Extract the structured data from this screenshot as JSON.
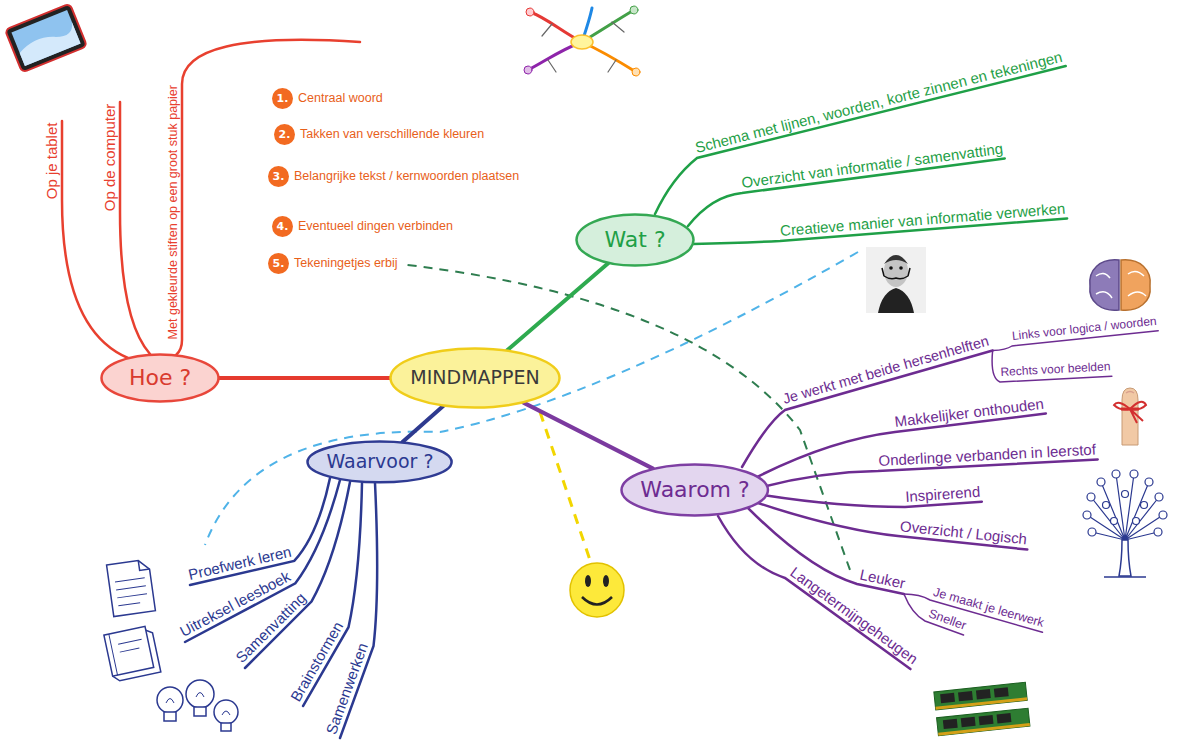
{
  "diagram": {
    "nodes": [
      {
        "text": [
          "MINDMAPPEN"
        ]
      },
      {
        "text": [
          "Wat ?"
        ]
      },
      {
        "text": [
          "Hoe ?"
        ]
      },
      {
        "text": [
          "Waarom ?"
        ]
      },
      {
        "text": [
          "Waarvoor ?"
        ]
      },
      {
        "text": [
          "1.",
          "Centraal woord"
        ]
      },
      {
        "text": [
          "2.",
          "Takken van verschillende kleuren"
        ]
      },
      {
        "text": [
          "3.",
          "Belangrijke tekst / kernwoorden plaatsen"
        ]
      },
      {
        "text": [
          "4.",
          "Eventueel dingen verbinden"
        ]
      },
      {
        "text": [
          "5.",
          "Tekeningetjes erbij"
        ]
      }
    ],
    "edges": [
      {
        "from": 0,
        "to": 1,
        "arrow": "none"
      },
      {
        "from": 0,
        "to": 2,
        "arrow": "none"
      },
      {
        "from": 0,
        "to": 3,
        "arrow": "none"
      },
      {
        "from": 0,
        "to": 4,
        "arrow": "none"
      }
    ],
    "labels": [
      "Op je tablet",
      "Op de computer",
      "Met gekleurde stiften op een groot stuk papier",
      "Schema met lijnen, woorden, korte zinnen en tekeningen",
      "Overzicht van informatie / samenvatting",
      "Creatieve manier van informatie verwerken",
      "Je werkt met beide hersenhelften",
      "Links voor logica / woorden",
      "Rechts voor beelden",
      "Makkelijker onthouden",
      "Onderlinge verbanden in leerstof",
      "Inspirerend",
      "Overzicht / Logisch",
      "Leuker",
      "Je maakt je leerwerk",
      "Sneller",
      "Langetermijngeheugen",
      "Proefwerk leren",
      "Uitreksel leesboek",
      "Samenvatting",
      "Brainstormen",
      "Samenwerken"
    ]
  }
}
